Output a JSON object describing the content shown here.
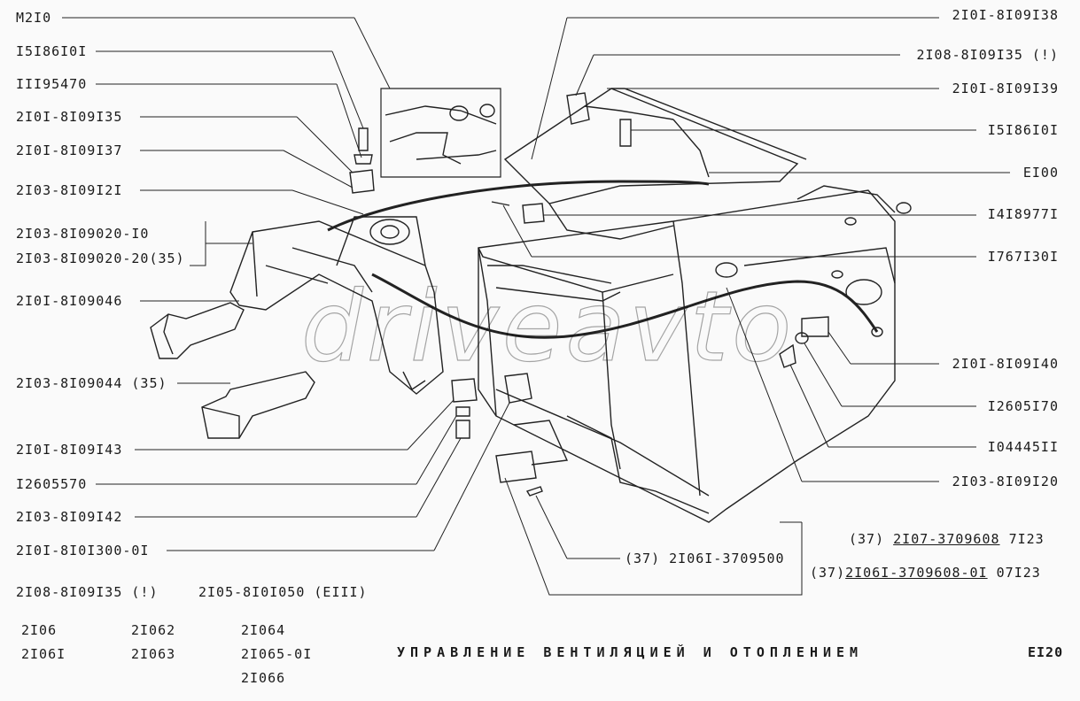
{
  "labels_left": [
    "M2I0",
    "I5I86I0I",
    "III95470",
    "2I0I-8I09I35",
    "2I0I-8I09I37",
    "2I03-8I09I2I",
    "2I03-8I09020-I0",
    "2I03-8I09020-20(35)",
    "2I0I-8I09046",
    "2I03-8I09044 (35)",
    "2I0I-8I09I43",
    "I2605570",
    "2I03-8I09I42",
    "2I0I-8I0I300-0I"
  ],
  "labels_right": [
    "2I0I-8I09I38",
    "2I08-8I09I35 (!)",
    "2I0I-8I09I39",
    "I5I86I0I",
    "EI00",
    "I4I8977I",
    "I767I30I",
    "2I0I-8I09I40",
    "I2605I70",
    "I04445II",
    "2I03-8I09I20"
  ],
  "switch_label": "(37) 2I06I-3709500",
  "switch_variants": {
    "a_prefix": "(37)",
    "a_code": "2I07-3709608",
    "a_date": "7I23",
    "b_prefix": "(37)",
    "b_code": "2I06I-3709608-0I",
    "b_date": "07I23"
  },
  "notes": {
    "left": "2I08-8I09I35 (!)",
    "right": "2I05-8I0I050 (EIII)"
  },
  "models": {
    "col1": [
      "2I06",
      "2I06I"
    ],
    "col2": [
      "2I062",
      "2I063"
    ],
    "col3": [
      "2I064",
      "2I065-0I",
      "2I066"
    ]
  },
  "title": "УПРАВЛЕНИЕ ВЕНТИЛЯЦИЕЙ И ОТОПЛЕНИЕМ",
  "page_code": "EI20",
  "watermark": "driveavto"
}
